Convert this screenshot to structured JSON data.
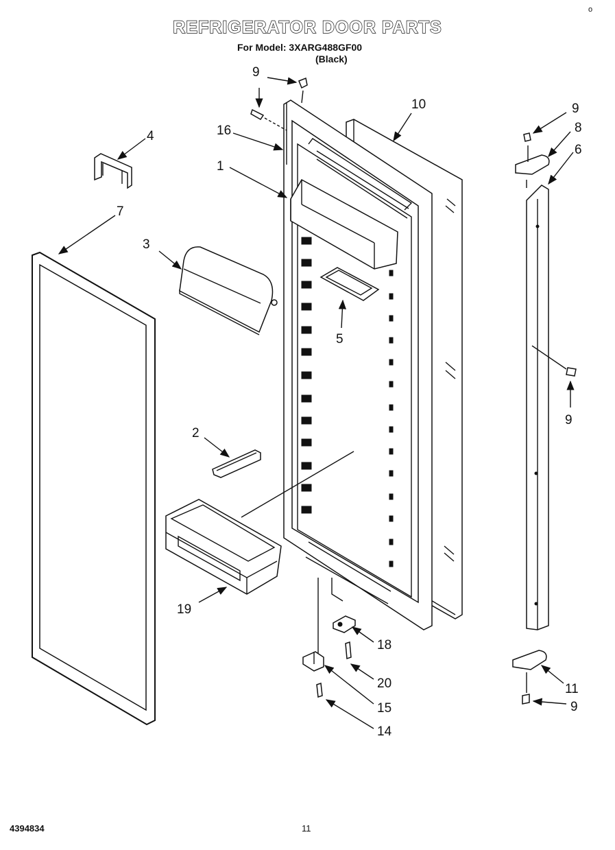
{
  "header": {
    "title": "REFRIGERATOR DOOR PARTS",
    "model": "For Model: 3XARG488GF00",
    "color": "(Black)"
  },
  "footer": {
    "document_number": "4394834",
    "page_number": "11"
  },
  "corner_mark": "o",
  "callouts": {
    "c1": "1",
    "c2": "2",
    "c3": "3",
    "c4": "4",
    "c5": "5",
    "c6": "6",
    "c7": "7",
    "c8": "8",
    "c9_top": "9",
    "c9_right_top": "9",
    "c9_right_mid": "9",
    "c9_right_bot": "9",
    "c10": "10",
    "c11": "11",
    "c14": "14",
    "c15": "15",
    "c16": "16",
    "c18": "18",
    "c19": "19",
    "c20": "20"
  }
}
